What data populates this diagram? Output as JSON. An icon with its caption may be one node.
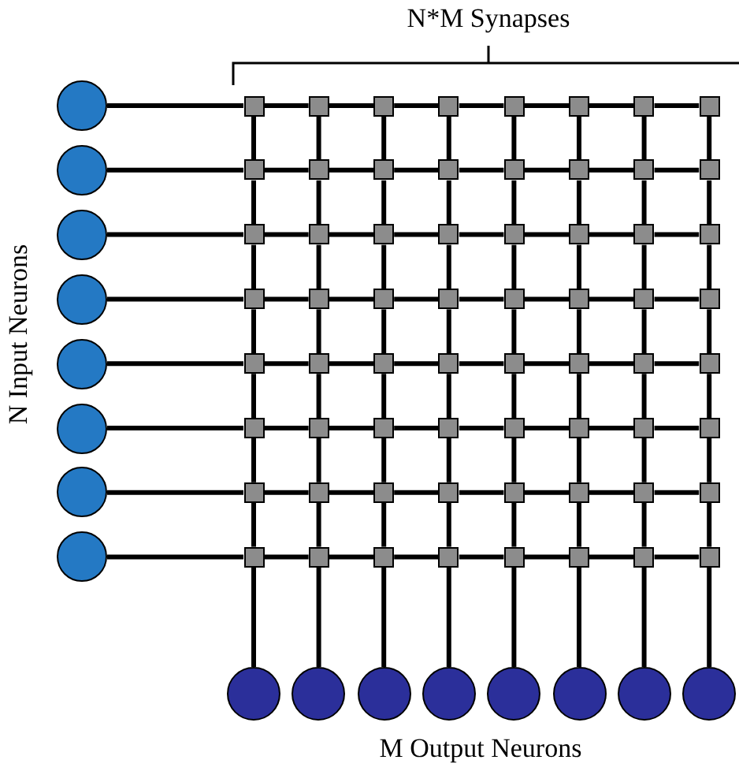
{
  "diagram": {
    "nodes": [
      {
        "text": [],
        "shape": "circle"
      },
      {
        "text": [],
        "shape": "circle"
      },
      {
        "text": [],
        "shape": "circle"
      },
      {
        "text": [],
        "shape": "circle"
      },
      {
        "text": [],
        "shape": "circle"
      },
      {
        "text": [],
        "shape": "circle"
      },
      {
        "text": [],
        "shape": "circle"
      },
      {
        "text": [],
        "shape": "circle"
      },
      {
        "text": [],
        "shape": "box"
      },
      {
        "text": [],
        "shape": "box"
      },
      {
        "text": [],
        "shape": "box"
      },
      {
        "text": [],
        "shape": "box"
      },
      {
        "text": [],
        "shape": "box"
      },
      {
        "text": [],
        "shape": "box"
      },
      {
        "text": [],
        "shape": "box"
      },
      {
        "text": [],
        "shape": "box"
      },
      {
        "text": [],
        "shape": "box"
      },
      {
        "text": [],
        "shape": "box"
      },
      {
        "text": [],
        "shape": "box"
      },
      {
        "text": [],
        "shape": "box"
      },
      {
        "text": [],
        "shape": "box"
      },
      {
        "text": [],
        "shape": "box"
      },
      {
        "text": [],
        "shape": "box"
      },
      {
        "text": [],
        "shape": "box"
      },
      {
        "text": [],
        "shape": "box"
      },
      {
        "text": [],
        "shape": "box"
      },
      {
        "text": [],
        "shape": "box"
      },
      {
        "text": [],
        "shape": "box"
      },
      {
        "text": [],
        "shape": "box"
      },
      {
        "text": [],
        "shape": "box"
      },
      {
        "text": [],
        "shape": "box"
      },
      {
        "text": [],
        "shape": "box"
      },
      {
        "text": [],
        "shape": "box"
      },
      {
        "text": [],
        "shape": "box"
      },
      {
        "text": [],
        "shape": "box"
      },
      {
        "text": [],
        "shape": "box"
      },
      {
        "text": [],
        "shape": "box"
      },
      {
        "text": [],
        "shape": "box"
      },
      {
        "text": [],
        "shape": "box"
      },
      {
        "text": [],
        "shape": "box"
      },
      {
        "text": [],
        "shape": "box"
      },
      {
        "text": [],
        "shape": "box"
      },
      {
        "text": [],
        "shape": "box"
      },
      {
        "text": [],
        "shape": "box"
      },
      {
        "text": [],
        "shape": "box"
      },
      {
        "text": [],
        "shape": "box"
      },
      {
        "text": [],
        "shape": "box"
      },
      {
        "text": [],
        "shape": "box"
      },
      {
        "text": [],
        "shape": "box"
      },
      {
        "text": [],
        "shape": "box"
      },
      {
        "text": [],
        "shape": "box"
      },
      {
        "text": [],
        "shape": "box"
      },
      {
        "text": [],
        "shape": "box"
      },
      {
        "text": [],
        "shape": "box"
      },
      {
        "text": [],
        "shape": "box"
      },
      {
        "text": [],
        "shape": "box"
      },
      {
        "text": [],
        "shape": "box"
      },
      {
        "text": [],
        "shape": "box"
      },
      {
        "text": [],
        "shape": "box"
      },
      {
        "text": [],
        "shape": "box"
      },
      {
        "text": [],
        "shape": "box"
      },
      {
        "text": [],
        "shape": "box"
      },
      {
        "text": [],
        "shape": "box"
      },
      {
        "text": [],
        "shape": "box"
      },
      {
        "text": [],
        "shape": "box"
      },
      {
        "text": [],
        "shape": "box"
      },
      {
        "text": [],
        "shape": "box"
      },
      {
        "text": [],
        "shape": "box"
      },
      {
        "text": [],
        "shape": "box"
      },
      {
        "text": [],
        "shape": "box"
      },
      {
        "text": [],
        "shape": "box"
      },
      {
        "text": [],
        "shape": "box"
      },
      {
        "text": [],
        "shape": "circle"
      },
      {
        "text": [],
        "shape": "circle"
      },
      {
        "text": [],
        "shape": "circle"
      },
      {
        "text": [],
        "shape": "circle"
      },
      {
        "text": [],
        "shape": "circle"
      },
      {
        "text": [],
        "shape": "circle"
      },
      {
        "text": [],
        "shape": "circle"
      },
      {
        "text": [],
        "shape": "circle"
      }
    ],
    "edges": [
      {
        "from": 0,
        "to": 8,
        "arrow": "none"
      },
      {
        "from": 8,
        "to": 9,
        "arrow": "none"
      },
      {
        "from": 9,
        "to": 10,
        "arrow": "none"
      },
      {
        "from": 10,
        "to": 11,
        "arrow": "none"
      },
      {
        "from": 11,
        "to": 12,
        "arrow": "none"
      },
      {
        "from": 12,
        "to": 13,
        "arrow": "none"
      },
      {
        "from": 13,
        "to": 14,
        "arrow": "none"
      },
      {
        "from": 14,
        "to": 15,
        "arrow": "none"
      },
      {
        "from": 1,
        "to": 16,
        "arrow": "none"
      },
      {
        "from": 16,
        "to": 17,
        "arrow": "none"
      },
      {
        "from": 17,
        "to": 18,
        "arrow": "none"
      },
      {
        "from": 18,
        "to": 19,
        "arrow": "none"
      },
      {
        "from": 19,
        "to": 20,
        "arrow": "none"
      },
      {
        "from": 20,
        "to": 21,
        "arrow": "none"
      },
      {
        "from": 21,
        "to": 22,
        "arrow": "none"
      },
      {
        "from": 22,
        "to": 23,
        "arrow": "none"
      },
      {
        "from": 2,
        "to": 24,
        "arrow": "none"
      },
      {
        "from": 24,
        "to": 25,
        "arrow": "none"
      },
      {
        "from": 25,
        "to": 26,
        "arrow": "none"
      },
      {
        "from": 26,
        "to": 27,
        "arrow": "none"
      },
      {
        "from": 27,
        "to": 28,
        "arrow": "none"
      },
      {
        "from": 28,
        "to": 29,
        "arrow": "none"
      },
      {
        "from": 29,
        "to": 30,
        "arrow": "none"
      },
      {
        "from": 30,
        "to": 31,
        "arrow": "none"
      },
      {
        "from": 3,
        "to": 32,
        "arrow": "none"
      },
      {
        "from": 32,
        "to": 33,
        "arrow": "none"
      },
      {
        "from": 33,
        "to": 34,
        "arrow": "none"
      },
      {
        "from": 34,
        "to": 35,
        "arrow": "none"
      },
      {
        "from": 35,
        "to": 36,
        "arrow": "none"
      },
      {
        "from": 36,
        "to": 37,
        "arrow": "none"
      },
      {
        "from": 37,
        "to": 38,
        "arrow": "none"
      },
      {
        "from": 38,
        "to": 39,
        "arrow": "none"
      },
      {
        "from": 4,
        "to": 40,
        "arrow": "none"
      },
      {
        "from": 40,
        "to": 41,
        "arrow": "none"
      },
      {
        "from": 41,
        "to": 42,
        "arrow": "none"
      },
      {
        "from": 42,
        "to": 43,
        "arrow": "none"
      },
      {
        "from": 43,
        "to": 44,
        "arrow": "none"
      },
      {
        "from": 44,
        "to": 45,
        "arrow": "none"
      },
      {
        "from": 45,
        "to": 46,
        "arrow": "none"
      },
      {
        "from": 46,
        "to": 47,
        "arrow": "none"
      },
      {
        "from": 5,
        "to": 48,
        "arrow": "none"
      },
      {
        "from": 48,
        "to": 49,
        "arrow": "none"
      },
      {
        "from": 49,
        "to": 50,
        "arrow": "none"
      },
      {
        "from": 50,
        "to": 51,
        "arrow": "none"
      },
      {
        "from": 51,
        "to": 52,
        "arrow": "none"
      },
      {
        "from": 52,
        "to": 53,
        "arrow": "none"
      },
      {
        "from": 53,
        "to": 54,
        "arrow": "none"
      },
      {
        "from": 54,
        "to": 55,
        "arrow": "none"
      },
      {
        "from": 6,
        "to": 56,
        "arrow": "none"
      },
      {
        "from": 56,
        "to": 57,
        "arrow": "none"
      },
      {
        "from": 57,
        "to": 58,
        "arrow": "none"
      },
      {
        "from": 58,
        "to": 59,
        "arrow": "none"
      },
      {
        "from": 59,
        "to": 60,
        "arrow": "none"
      },
      {
        "from": 60,
        "to": 61,
        "arrow": "none"
      },
      {
        "from": 61,
        "to": 62,
        "arrow": "none"
      },
      {
        "from": 62,
        "to": 63,
        "arrow": "none"
      },
      {
        "from": 7,
        "to": 64,
        "arrow": "none"
      },
      {
        "from": 64,
        "to": 65,
        "arrow": "none"
      },
      {
        "from": 65,
        "to": 66,
        "arrow": "none"
      },
      {
        "from": 66,
        "to": 67,
        "arrow": "none"
      },
      {
        "from": 67,
        "to": 68,
        "arrow": "none"
      },
      {
        "from": 68,
        "to": 69,
        "arrow": "none"
      },
      {
        "from": 69,
        "to": 70,
        "arrow": "none"
      },
      {
        "from": 70,
        "to": 71,
        "arrow": "none"
      },
      {
        "from": 8,
        "to": 16,
        "arrow": "none"
      },
      {
        "from": 16,
        "to": 24,
        "arrow": "none"
      },
      {
        "from": 24,
        "to": 32,
        "arrow": "none"
      },
      {
        "from": 32,
        "to": 40,
        "arrow": "none"
      },
      {
        "from": 40,
        "to": 48,
        "arrow": "none"
      },
      {
        "from": 48,
        "to": 56,
        "arrow": "none"
      },
      {
        "from": 56,
        "to": 64,
        "arrow": "none"
      },
      {
        "from": 64,
        "to": 72,
        "arrow": "none"
      },
      {
        "from": 9,
        "to": 17,
        "arrow": "none"
      },
      {
        "from": 17,
        "to": 25,
        "arrow": "none"
      },
      {
        "from": 25,
        "to": 33,
        "arrow": "none"
      },
      {
        "from": 33,
        "to": 41,
        "arrow": "none"
      },
      {
        "from": 41,
        "to": 49,
        "arrow": "none"
      },
      {
        "from": 49,
        "to": 57,
        "arrow": "none"
      },
      {
        "from": 57,
        "to": 65,
        "arrow": "none"
      },
      {
        "from": 65,
        "to": 73,
        "arrow": "none"
      },
      {
        "from": 10,
        "to": 18,
        "arrow": "none"
      },
      {
        "from": 18,
        "to": 26,
        "arrow": "none"
      },
      {
        "from": 26,
        "to": 34,
        "arrow": "none"
      },
      {
        "from": 34,
        "to": 42,
        "arrow": "none"
      },
      {
        "from": 42,
        "to": 50,
        "arrow": "none"
      },
      {
        "from": 50,
        "to": 58,
        "arrow": "none"
      },
      {
        "from": 58,
        "to": 66,
        "arrow": "none"
      },
      {
        "from": 66,
        "to": 74,
        "arrow": "none"
      },
      {
        "from": 11,
        "to": 19,
        "arrow": "none"
      },
      {
        "from": 19,
        "to": 27,
        "arrow": "none"
      },
      {
        "from": 27,
        "to": 35,
        "arrow": "none"
      },
      {
        "from": 35,
        "to": 43,
        "arrow": "none"
      },
      {
        "from": 43,
        "to": 51,
        "arrow": "none"
      },
      {
        "from": 51,
        "to": 59,
        "arrow": "none"
      },
      {
        "from": 59,
        "to": 67,
        "arrow": "none"
      },
      {
        "from": 67,
        "to": 75,
        "arrow": "none"
      },
      {
        "from": 12,
        "to": 20,
        "arrow": "none"
      },
      {
        "from": 20,
        "to": 28,
        "arrow": "none"
      },
      {
        "from": 28,
        "to": 36,
        "arrow": "none"
      },
      {
        "from": 36,
        "to": 44,
        "arrow": "none"
      },
      {
        "from": 44,
        "to": 52,
        "arrow": "none"
      },
      {
        "from": 52,
        "to": 60,
        "arrow": "none"
      },
      {
        "from": 60,
        "to": 68,
        "arrow": "none"
      },
      {
        "from": 68,
        "to": 76,
        "arrow": "none"
      },
      {
        "from": 13,
        "to": 21,
        "arrow": "none"
      },
      {
        "from": 21,
        "to": 29,
        "arrow": "none"
      },
      {
        "from": 29,
        "to": 37,
        "arrow": "none"
      },
      {
        "from": 37,
        "to": 45,
        "arrow": "none"
      },
      {
        "from": 45,
        "to": 53,
        "arrow": "none"
      },
      {
        "from": 53,
        "to": 61,
        "arrow": "none"
      },
      {
        "from": 61,
        "to": 69,
        "arrow": "none"
      },
      {
        "from": 69,
        "to": 77,
        "arrow": "none"
      },
      {
        "from": 14,
        "to": 22,
        "arrow": "none"
      },
      {
        "from": 22,
        "to": 30,
        "arrow": "none"
      },
      {
        "from": 30,
        "to": 38,
        "arrow": "none"
      },
      {
        "from": 38,
        "to": 46,
        "arrow": "none"
      },
      {
        "from": 46,
        "to": 54,
        "arrow": "none"
      },
      {
        "from": 54,
        "to": 62,
        "arrow": "none"
      },
      {
        "from": 62,
        "to": 70,
        "arrow": "none"
      },
      {
        "from": 70,
        "to": 78,
        "arrow": "none"
      },
      {
        "from": 15,
        "to": 23,
        "arrow": "none"
      },
      {
        "from": 23,
        "to": 31,
        "arrow": "none"
      },
      {
        "from": 31,
        "to": 39,
        "arrow": "none"
      },
      {
        "from": 39,
        "to": 47,
        "arrow": "none"
      },
      {
        "from": 47,
        "to": 55,
        "arrow": "none"
      },
      {
        "from": 55,
        "to": 63,
        "arrow": "none"
      },
      {
        "from": 63,
        "to": 71,
        "arrow": "none"
      },
      {
        "from": 71,
        "to": 79,
        "arrow": "none"
      }
    ],
    "labels": [
      "N*M Synapses",
      "N Input Neurons",
      "M Output Neurons"
    ]
  }
}
